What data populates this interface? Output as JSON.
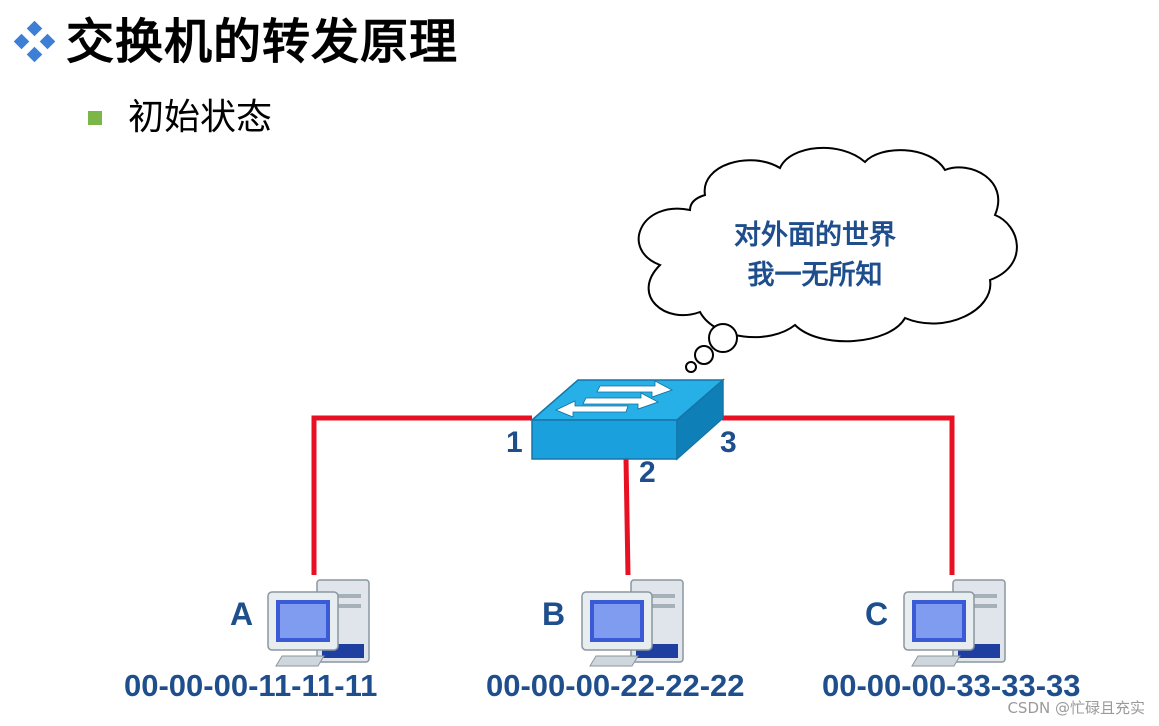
{
  "title": "交换机的转发原理",
  "subtitle": "初始状态",
  "thought_bubble": {
    "line1": "对外面的世界",
    "line2": "我一无所知"
  },
  "switch": {
    "ports": [
      "1",
      "2",
      "3"
    ]
  },
  "hosts": [
    {
      "name": "A",
      "mac": "00-00-00-11-11-11"
    },
    {
      "name": "B",
      "mac": "00-00-00-22-22-22"
    },
    {
      "name": "C",
      "mac": "00-00-00-33-33-33"
    }
  ],
  "watermark": "CSDN @忙碌且充实",
  "colors": {
    "link": "#e81123",
    "label": "#1f4e8c",
    "switch": "#1aa0dc",
    "bullet": "#7ab648",
    "title_icon": "#3d7fd6"
  }
}
